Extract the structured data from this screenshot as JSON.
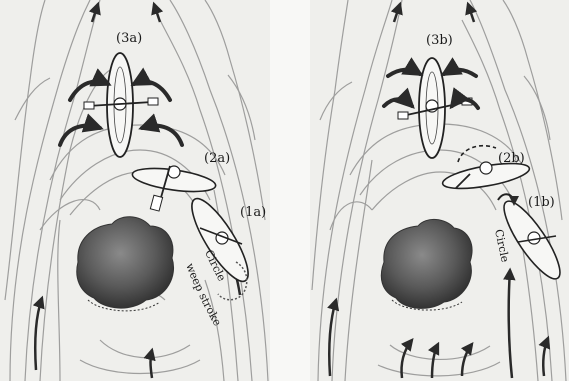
{
  "panels": {
    "left": {
      "labels": {
        "l3a": "(3a)",
        "l2a": "(2a)",
        "l1a": "(1a)"
      },
      "curve_texts": {
        "circle": "Circle",
        "sweep": "weep stroke"
      }
    },
    "right": {
      "labels": {
        "l3b": "(3b)",
        "l2b": "(2b)",
        "l1b": "(1b)"
      },
      "curve_texts": {
        "circle": "Circle"
      }
    }
  },
  "colors": {
    "background": "#f4f4f2",
    "water_stroke": "#7a7a7a",
    "arrow": "#2a2a2a",
    "rock": "#5a5a5a"
  }
}
